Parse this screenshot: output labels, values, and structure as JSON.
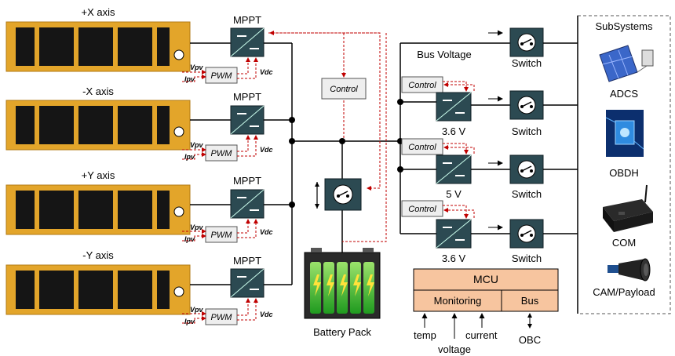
{
  "panels": [
    {
      "label": "+X axis",
      "mppt": "MPPT",
      "pwm": "PWM",
      "vpv": "Vpv",
      "ipv": "Ipv",
      "vdc": "Vdc"
    },
    {
      "label": "-X axis",
      "mppt": "MPPT",
      "pwm": "PWM",
      "vpv": "Vpv",
      "ipv": "Ipv",
      "vdc": "Vdc"
    },
    {
      "label": "+Y axis",
      "mppt": "MPPT",
      "pwm": "PWM",
      "vpv": "Vpv",
      "ipv": "Ipv",
      "vdc": "Vdc"
    },
    {
      "label": "-Y axis",
      "mppt": "MPPT",
      "pwm": "PWM",
      "vpv": "Vpv",
      "ipv": "Ipv",
      "vdc": "Vdc"
    }
  ],
  "control_main": "Control",
  "battery_label": "Battery Pack",
  "bus_voltage_label": "Bus Voltage",
  "switch_label": "Switch",
  "converters": [
    {
      "voltage": "3.6 V",
      "control": "Control"
    },
    {
      "voltage": "5 V",
      "control": "Control"
    },
    {
      "voltage": "3.6 V",
      "control": "Control"
    }
  ],
  "mcu": {
    "title": "MCU",
    "monitoring": "Monitoring",
    "bus": "Bus"
  },
  "inputs": {
    "temp": "temp",
    "voltage": "voltage",
    "current": "current",
    "obc": "OBC"
  },
  "subsystems": {
    "title": "SubSystems",
    "items": [
      "ADCS",
      "OBDH",
      "COM",
      "CAM/Payload"
    ]
  },
  "colors": {
    "panel_frame": "#e3a52a",
    "cell": "#151515",
    "converter": "#2c4a52",
    "mcu_fill": "#f7c59f",
    "control_red": "#c00000",
    "battery_green": "#3fbf2f"
  }
}
